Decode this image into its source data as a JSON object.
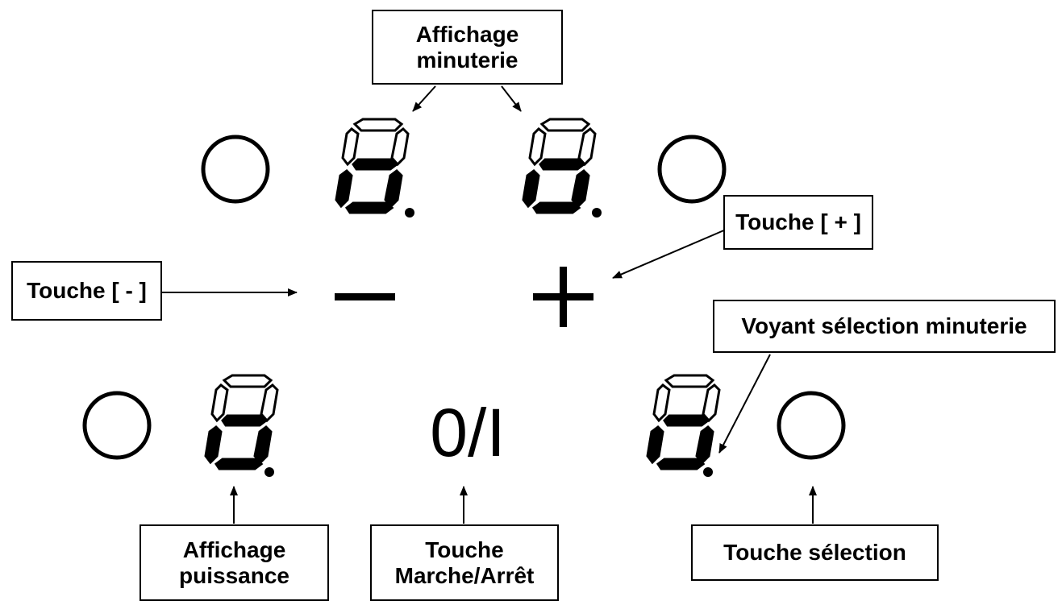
{
  "labels": {
    "timer_display": [
      "Affichage",
      "minuterie"
    ],
    "plus_key": "Touche [ + ]",
    "minus_key": "Touche [ - ]",
    "timer_selection_light": "Voyant sélection minuterie",
    "power_display": [
      "Affichage",
      "puissance"
    ],
    "onoff_key": [
      "Touche",
      "Marche/Arrêt"
    ],
    "selection_key": "Touche sélection"
  },
  "panel": {
    "onoff_symbol": "0/I"
  },
  "icons": {
    "selection_circle": "circle-outline-icon",
    "segment_display": "seven-segment-digit-icon",
    "minus": "minus-icon",
    "plus": "plus-icon",
    "arrow": "arrow-icon"
  }
}
